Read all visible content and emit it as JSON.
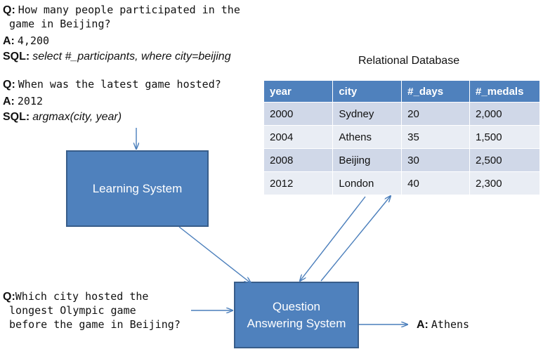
{
  "q1": {
    "q_label": "Q:",
    "q_text": "How many people participated in the\n game in Beijing?",
    "a_label": "A:",
    "a_text": "4,200",
    "sql_label": "SQL:",
    "sql_text": "select #_participants, where city=beijing"
  },
  "q2": {
    "q_label": "Q:",
    "q_text": "When was the latest game hosted?",
    "a_label": "A:",
    "a_text": "2012",
    "sql_label": "SQL:",
    "sql_text": "argmax(city, year)"
  },
  "q3": {
    "q_label": "Q:",
    "q_text": "Which city hosted the\n longest Olympic game\n before the game in Beijing?",
    "a_label": "A:",
    "a_text": "Athens"
  },
  "learning_system": "Learning System",
  "qa_system": "Question\nAnswering System",
  "database": {
    "title": "Relational Database",
    "headers": [
      "year",
      "city",
      "#_days",
      "#_medals"
    ],
    "rows": [
      [
        "2000",
        "Sydney",
        "20",
        "2,000"
      ],
      [
        "2004",
        "Athens",
        "35",
        "1,500"
      ],
      [
        "2008",
        "Beijing",
        "30",
        "2,500"
      ],
      [
        "2012",
        "London",
        "40",
        "2,300"
      ]
    ]
  },
  "colors": {
    "box_fill": "#4f81bd",
    "box_border": "#385d8a",
    "arrow": "#4a7ebb"
  }
}
